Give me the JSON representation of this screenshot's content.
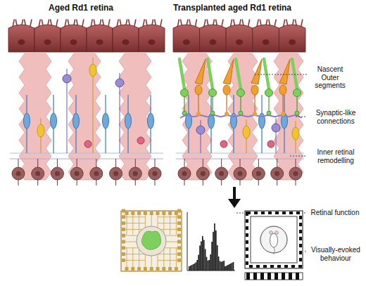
{
  "diagram": {
    "labels": [
      "Aged Rd1 retina",
      "Transplanted aged Rd1 retina",
      "Nascent Outer segments",
      "Synaptic-like connections",
      "Inner retinal remodelling",
      "Retinal function",
      "Visually-evoked behaviour"
    ]
  }
}
